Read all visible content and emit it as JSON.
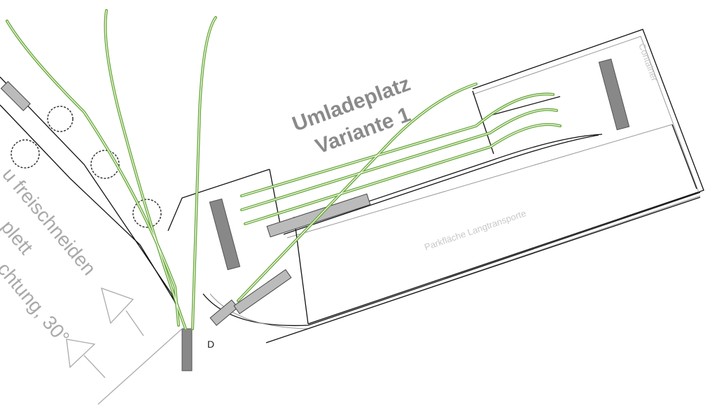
{
  "title": {
    "line1": "Umladeplatz",
    "line2": "Variante 1"
  },
  "notes": {
    "line1": "u freischneiden",
    "line2": "plett",
    "line3": "chtung, 30°"
  },
  "labels": {
    "container": "Container",
    "parking": "Parkfläche Langtransporte",
    "marker": "D"
  },
  "colors": {
    "route": "#6aaa3a",
    "text": "#8a8a8a",
    "lines": "#111111"
  }
}
